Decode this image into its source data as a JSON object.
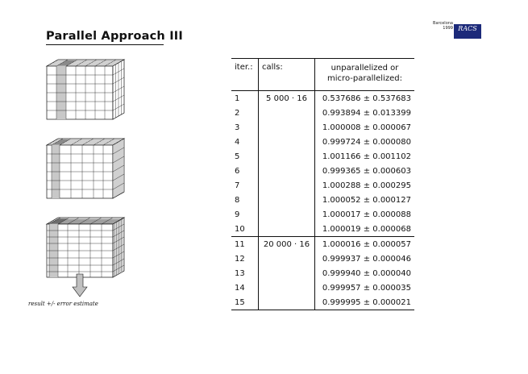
{
  "header": {
    "title": "Parallel Approach III",
    "conference_line1": "Barcelona",
    "conference_line2": "1999",
    "logo_text": "RACS"
  },
  "figure": {
    "caption": "result +/- error estimate"
  },
  "table": {
    "columns": [
      "iter.:",
      "calls:",
      "unparallelized or",
      "micro-parallelized:"
    ],
    "rows": [
      {
        "iter": "1",
        "calls": "5 000 · 16",
        "value": "0.537686 ± 0.537683"
      },
      {
        "iter": "2",
        "calls": "",
        "value": "0.993894 ± 0.013399"
      },
      {
        "iter": "3",
        "calls": "",
        "value": "1.000008 ± 0.000067"
      },
      {
        "iter": "4",
        "calls": "",
        "value": "0.999724 ± 0.000080"
      },
      {
        "iter": "5",
        "calls": "",
        "value": "1.001166 ± 0.001102"
      },
      {
        "iter": "6",
        "calls": "",
        "value": "0.999365 ± 0.000603"
      },
      {
        "iter": "7",
        "calls": "",
        "value": "1.000288 ± 0.000295"
      },
      {
        "iter": "8",
        "calls": "",
        "value": "1.000052 ± 0.000127"
      },
      {
        "iter": "9",
        "calls": "",
        "value": "1.000017 ± 0.000088"
      },
      {
        "iter": "10",
        "calls": "",
        "value": "1.000019 ± 0.000068"
      },
      {
        "iter": "11",
        "calls": "20 000 · 16",
        "value": "1.000016 ± 0.000057"
      },
      {
        "iter": "12",
        "calls": "",
        "value": "0.999937 ± 0.000046"
      },
      {
        "iter": "13",
        "calls": "",
        "value": "0.999940 ± 0.000040"
      },
      {
        "iter": "14",
        "calls": "",
        "value": "0.999957 ± 0.000035"
      },
      {
        "iter": "15",
        "calls": "",
        "value": "0.999995 ± 0.000021"
      }
    ]
  }
}
